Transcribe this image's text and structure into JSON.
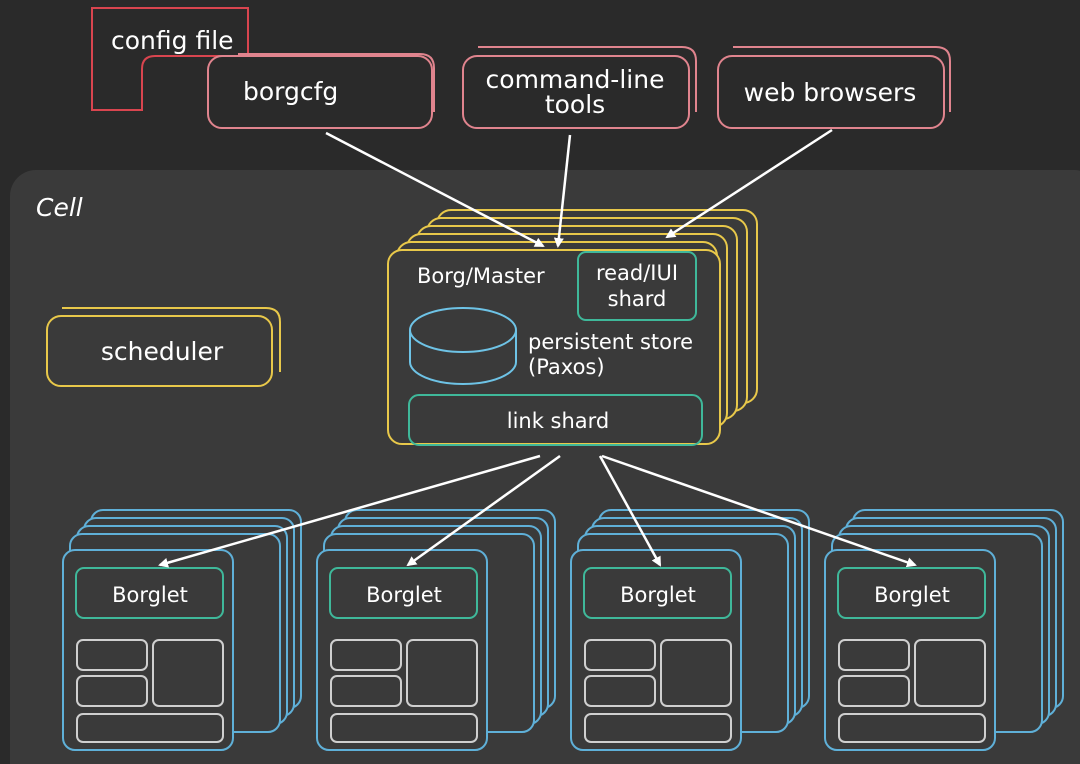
{
  "colors": {
    "background": "#2a2a2a",
    "cell_background": "#3a3a3a",
    "client_border": "#e0848e",
    "config_border": "#d9454f",
    "master_border": "#e8c84a",
    "borglet_border": "#5fb0d8",
    "shard_border": "#3fb89a",
    "store_border": "#6ec3e6",
    "inner_box": "#cfcfcf",
    "arrow": "#ffffff"
  },
  "cell": {
    "title": "Cell"
  },
  "clients": {
    "config_file": "config file",
    "borgcfg": "borgcfg",
    "command_line_line1": "command-line",
    "command_line_line2": "tools",
    "web_browsers": "web browsers"
  },
  "scheduler": {
    "label": "scheduler"
  },
  "master": {
    "title": "Borg/Master",
    "read_shard_line1": "read/IUI",
    "read_shard_line2": "shard",
    "store_line1": "persistent store",
    "store_line2": "(Paxos)",
    "link_shard": "link shard"
  },
  "borglets": [
    {
      "label": "Borglet"
    },
    {
      "label": "Borglet"
    },
    {
      "label": "Borglet"
    },
    {
      "label": "Borglet"
    }
  ]
}
